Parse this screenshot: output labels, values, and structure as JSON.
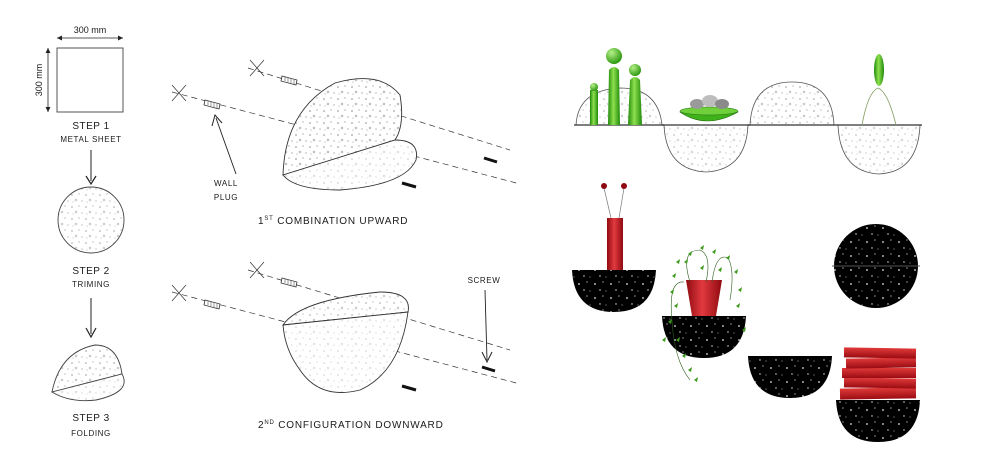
{
  "dimensions": {
    "width_label": "300 mm",
    "height_label": "300 mm"
  },
  "steps": [
    {
      "title": "STEP 1",
      "subtitle": "Metal Sheet"
    },
    {
      "title": "STEP 2",
      "subtitle": "Triming"
    },
    {
      "title": "STEP 3",
      "subtitle": "Folding"
    }
  ],
  "callouts": {
    "wall_plug_line1": "Wall",
    "wall_plug_line2": "Plug",
    "screw": "Screw"
  },
  "captions": {
    "upward": {
      "ordinal": "1",
      "suffix": "ST",
      "text": " COMBINATION UPWARD"
    },
    "downward": {
      "ordinal": "2",
      "suffix": "ND",
      "text": " CONFIGURATION DOWNWARD"
    }
  },
  "colors": {
    "green": "#3fb11a",
    "red": "#c8141e",
    "black": "#000000",
    "line": "#333333"
  }
}
